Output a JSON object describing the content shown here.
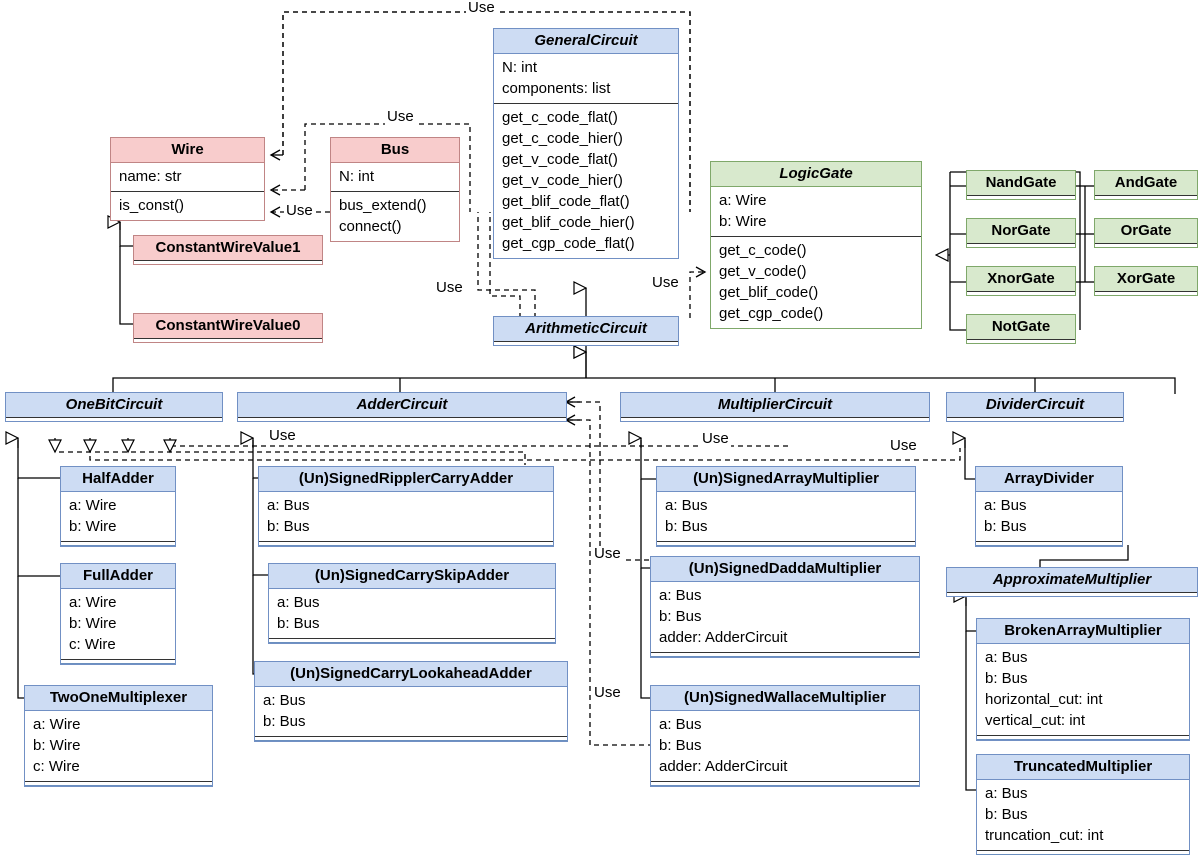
{
  "diagram": {
    "title": "Circuit class hierarchy UML diagram",
    "colors": {
      "blue_header": "#cddcf3",
      "pink_header": "#f8cccc",
      "green_header": "#d8e9cd",
      "blue_border": "#7190c4",
      "pink_border": "#c08585",
      "green_border": "#7fa86a",
      "line": "#000000"
    },
    "relationship_label": "Use"
  },
  "classes": {
    "general_circuit": {
      "name": "GeneralCircuit",
      "attributes": [
        "N: int",
        "components: list"
      ],
      "methods": [
        "get_c_code_flat()",
        "get_c_code_hier()",
        "get_v_code_flat()",
        "get_v_code_hier()",
        "get_blif_code_flat()",
        "get_blif_code_hier()",
        "get_cgp_code_flat()"
      ]
    },
    "wire": {
      "name": "Wire",
      "attributes": [
        "name: str"
      ],
      "methods": [
        "is_const()"
      ]
    },
    "bus": {
      "name": "Bus",
      "attributes": [
        "N: int"
      ],
      "methods": [
        "bus_extend()",
        "connect()"
      ]
    },
    "constant_wire_value_1": {
      "name": "ConstantWireValue1"
    },
    "constant_wire_value_0": {
      "name": "ConstantWireValue0"
    },
    "logic_gate": {
      "name": "LogicGate",
      "attributes": [
        "a: Wire",
        "b: Wire"
      ],
      "methods": [
        "get_c_code()",
        "get_v_code()",
        "get_blif_code()",
        "get_cgp_code()"
      ]
    },
    "nand_gate": {
      "name": "NandGate"
    },
    "nor_gate": {
      "name": "NorGate"
    },
    "xnor_gate": {
      "name": "XnorGate"
    },
    "not_gate": {
      "name": "NotGate"
    },
    "and_gate": {
      "name": "AndGate"
    },
    "or_gate": {
      "name": "OrGate"
    },
    "xor_gate": {
      "name": "XorGate"
    },
    "arithmetic_circuit": {
      "name": "ArithmeticCircuit"
    },
    "one_bit_circuit": {
      "name": "OneBitCircuit"
    },
    "adder_circuit": {
      "name": "AdderCircuit"
    },
    "multiplier_circuit": {
      "name": "MultiplierCircuit"
    },
    "divider_circuit": {
      "name": "DividerCircuit"
    },
    "half_adder": {
      "name": "HalfAdder",
      "attributes": [
        "a: Wire",
        "b: Wire"
      ]
    },
    "full_adder": {
      "name": "FullAdder",
      "attributes": [
        "a: Wire",
        "b: Wire",
        "c: Wire"
      ]
    },
    "two_one_multiplexer": {
      "name": "TwoOneMultiplexer",
      "attributes": [
        "a: Wire",
        "b: Wire",
        "c: Wire"
      ]
    },
    "ripple_carry_adder": {
      "name": "(Un)SignedRipplerCarryAdder",
      "attributes": [
        "a: Bus",
        "b: Bus"
      ]
    },
    "carry_skip_adder": {
      "name": "(Un)SignedCarrySkipAdder",
      "attributes": [
        "a: Bus",
        "b: Bus"
      ]
    },
    "carry_lookahead_adder": {
      "name": "(Un)SignedCarryLookaheadAdder",
      "attributes": [
        "a: Bus",
        "b: Bus"
      ]
    },
    "array_multiplier": {
      "name": "(Un)SignedArrayMultiplier",
      "attributes": [
        "a: Bus",
        "b: Bus"
      ]
    },
    "dadda_multiplier": {
      "name": "(Un)SignedDaddaMultiplier",
      "attributes": [
        "a: Bus",
        "b: Bus",
        "adder: AdderCircuit"
      ]
    },
    "wallace_multiplier": {
      "name": "(Un)SignedWallaceMultiplier",
      "attributes": [
        "a: Bus",
        "b: Bus",
        "adder: AdderCircuit"
      ]
    },
    "array_divider": {
      "name": "ArrayDivider",
      "attributes": [
        "a: Bus",
        "b: Bus"
      ]
    },
    "approximate_multiplier": {
      "name": "ApproximateMultiplier"
    },
    "broken_array_multiplier": {
      "name": "BrokenArrayMultiplier",
      "attributes": [
        "a: Bus",
        "b: Bus",
        "horizontal_cut: int",
        "vertical_cut: int"
      ]
    },
    "truncated_multiplier": {
      "name": "TruncatedMultiplier",
      "attributes": [
        "a: Bus",
        "b: Bus",
        "truncation_cut: int"
      ]
    }
  },
  "use_labels": [
    {
      "id": "use-top",
      "text": "Use"
    },
    {
      "id": "use-bus",
      "text": "Use"
    },
    {
      "id": "use-wire-bus",
      "text": "Use"
    },
    {
      "id": "use-arith-left",
      "text": "Use"
    },
    {
      "id": "use-arith-gate",
      "text": "Use"
    },
    {
      "id": "use-adder",
      "text": "Use"
    },
    {
      "id": "use-multiplier",
      "text": "Use"
    },
    {
      "id": "use-divider",
      "text": "Use"
    },
    {
      "id": "use-dadda",
      "text": "Use"
    },
    {
      "id": "use-wallace",
      "text": "Use"
    }
  ]
}
